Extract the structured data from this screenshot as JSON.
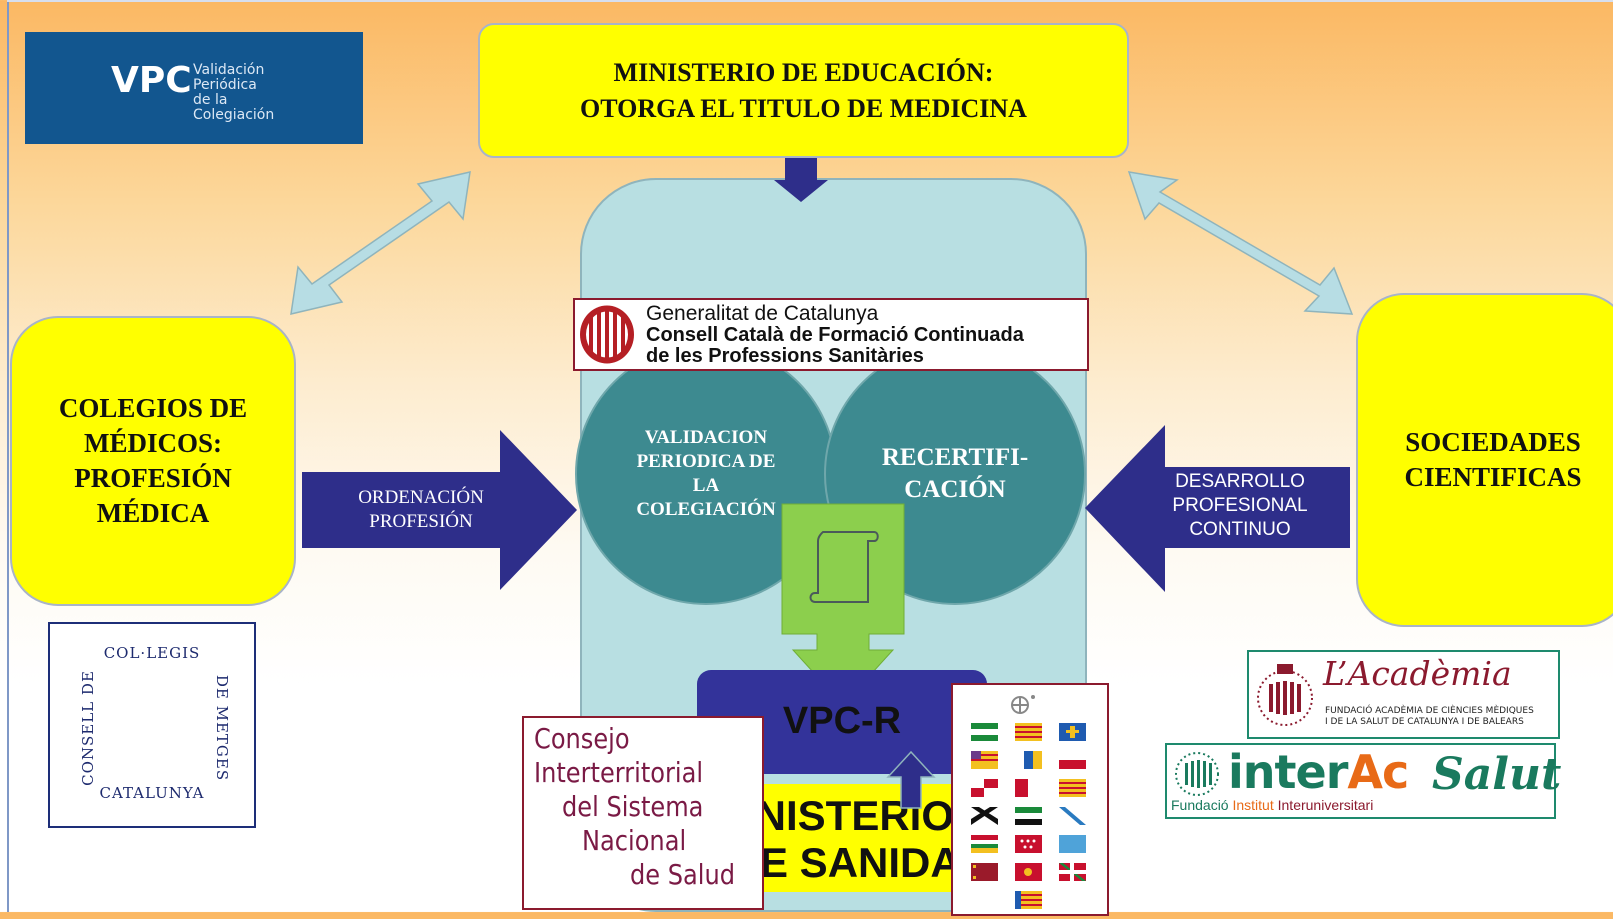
{
  "vpc_logo": {
    "acronym": "VPC",
    "line1": "Validación",
    "line2": "Periódica",
    "line3": "de la",
    "line4": "Colegiación"
  },
  "ministerio_educacion": {
    "line1": "MINISTERIO DE EDUCACIÓN:",
    "line2": "OTORGA EL TITULO DE MEDICINA"
  },
  "colegios": {
    "line1": "COLEGIOS DE",
    "line2": "MÉDICOS:",
    "line3": "PROFESIÓN",
    "line4": "MÉDICA"
  },
  "sociedades": {
    "line1": "SOCIEDADES",
    "line2": "CIENTIFICAS"
  },
  "generalitat": {
    "line1": "Generalitat de Catalunya",
    "line2": "Consell Català de Formació Continuada",
    "line3": "de les Professions Sanitàries"
  },
  "circle_left": {
    "line1": "VALIDACION",
    "line2": "PERIODICA DE",
    "line3": "LA",
    "line4": "COLEGIACIÓN"
  },
  "circle_right": {
    "line1": "RECERTIFI-",
    "line2": "CACIÓN"
  },
  "ordenacion": {
    "line1": "ORDENACIÓN",
    "line2": "PROFESIÓN"
  },
  "desarrollo": {
    "line1": "DESARROLLO",
    "line2": "PROFESIONAL",
    "line3": "CONTINUO"
  },
  "vpcr": "VPC-R",
  "ministerio_sanidad": {
    "line1": "INISTERIO",
    "line2": "E SANIDAD"
  },
  "consejo": {
    "line1": "Consejo",
    "line2": "Interterritorial",
    "line3": "del Sistema",
    "line4": "Nacional",
    "line5": "de Salud"
  },
  "collegis": {
    "top": "COL·LEGIS",
    "left": "CONSELL DE",
    "right": "DE METGES",
    "bottom": "CATALUNYA"
  },
  "academia": {
    "name": "L’Acadèmia",
    "sub1": "FUNDACIÓ ACADÈMIA DE CIÈNCIES MÈDIQUES",
    "sub2": "I DE LA SALUT DE CATALUNYA I DE BALEARS"
  },
  "interac": {
    "inter": "inter",
    "ac": "Ac",
    "salut": "Salut",
    "foot1": "Fundació",
    "foot2": "Institut",
    "foot3": "Interuniversitari"
  },
  "colors": {
    "yellow": "#ffff00",
    "navy_arrow": "#2e2e8a",
    "teal_circle": "#3d8a90",
    "light_teal_panel": "#b8dfe2",
    "light_blue_arrow": "#b7dde4",
    "green_arrow": "#8ccf4d",
    "vpc_blue": "#12568f",
    "burgundy": "#8b1a2e"
  }
}
